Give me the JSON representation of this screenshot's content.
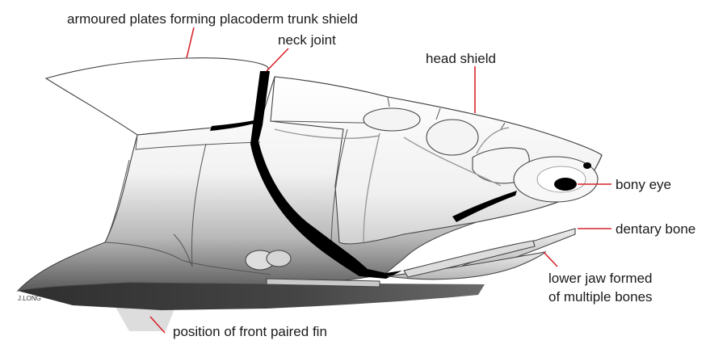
{
  "labels": {
    "trunk_shield": "armoured plates forming placoderm trunk shield",
    "neck_joint": "neck joint",
    "head_shield": "head shield",
    "bony_eye": "bony eye",
    "dentary_bone": "dentary bone",
    "lower_jaw_line1": "lower jaw formed",
    "lower_jaw_line2": "of multiple bones",
    "front_fin": "position of front paired fin",
    "credit": "J.LONG"
  },
  "colors": {
    "leader_line": "#d7242b",
    "joint_black": "#000000",
    "shade_dark": "#4a4a4a",
    "shade_light": "#ffffff",
    "fin_grey": "#d9d9d9"
  }
}
